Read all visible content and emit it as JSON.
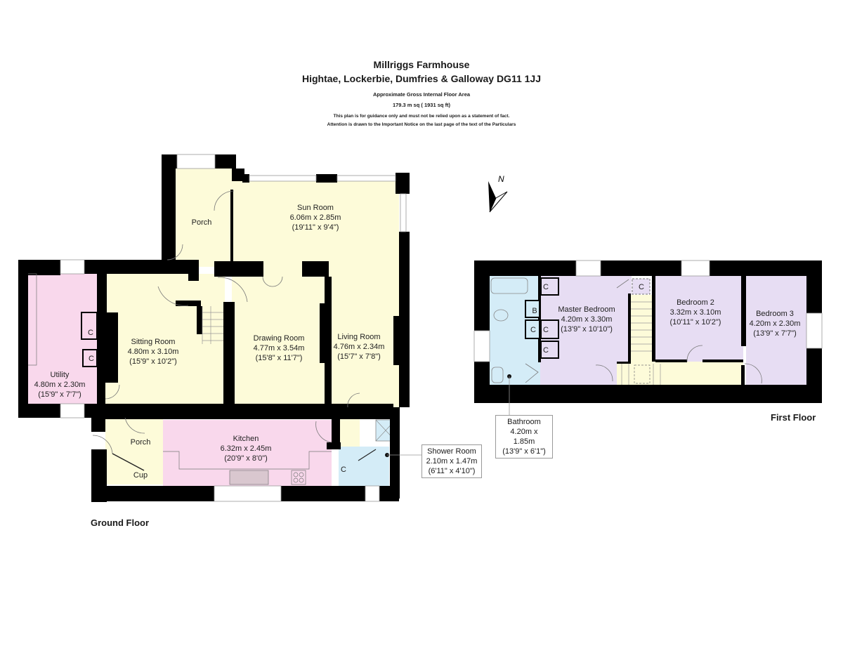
{
  "header": {
    "property_name": "Millriggs Farmhouse",
    "address": "Hightae, Lockerbie, Dumfries & Galloway DG11 1JJ",
    "area_label": "Approximate Gross Internal Floor Area",
    "area_value": "179.3 m sq ( 1931 sq ft)",
    "disclaimer_1": "This plan is for guidance only and must not be relied upon as a statement of fact.",
    "disclaimer_2": "Attention is drawn to the Important Notice on the last page of the text of the Particulars"
  },
  "compass": {
    "label": "N",
    "icon": "north-arrow-icon"
  },
  "colors": {
    "wall": "#000000",
    "hall_yellow": "#fdfbd9",
    "pink": "#f9d8ec",
    "lilac": "#e7ddf3",
    "blue": "#d4ecf7"
  },
  "ground_floor": {
    "label": "Ground Floor",
    "rooms": {
      "sun_room": {
        "name": "Sun Room",
        "metric": "6.06m x 2.85m",
        "imperial": "(19'11\" x 9'4\")"
      },
      "porch_north": {
        "name": "Porch"
      },
      "sitting_room": {
        "name": "Sitting Room",
        "metric": "4.80m x 3.10m",
        "imperial": "(15'9\" x 10'2\")"
      },
      "drawing_room": {
        "name": "Drawing Room",
        "metric": "4.77m x 3.54m",
        "imperial": "(15'8\" x 11'7\")"
      },
      "living_room": {
        "name": "Living Room",
        "metric": "4.76m x 2.34m",
        "imperial": "(15'7\" x 7'8\")"
      },
      "utility": {
        "name": "Utility",
        "metric": "4.80m x 2.30m",
        "imperial": "(15'9\" x 7'7\")"
      },
      "kitchen": {
        "name": "Kitchen",
        "metric": "6.32m x 2.45m",
        "imperial": "(20'9\" x 8'0\")"
      },
      "porch_south": {
        "name": "Porch"
      },
      "cup": {
        "name": "Cup"
      },
      "shower_room": {
        "name": "Shower Room",
        "metric": "2.10m x 1.47m",
        "imperial": "(6'11\" x 4'10\")"
      }
    },
    "cupboard_label": "C"
  },
  "first_floor": {
    "label": "First Floor",
    "rooms": {
      "master_bedroom": {
        "name": "Master Bedroom",
        "metric": "4.20m x 3.30m",
        "imperial": "(13'9\" x 10'10\")"
      },
      "bedroom_2": {
        "name": "Bedroom 2",
        "metric": "3.32m x 3.10m",
        "imperial": "(10'11\" x 10'2\")"
      },
      "bedroom_3": {
        "name": "Bedroom 3",
        "metric": "4.20m x 2.30m",
        "imperial": "(13'9\" x 7'7\")"
      },
      "bathroom": {
        "name": "Bathroom",
        "metric": "4.20m x 1.85m",
        "imperial": "(13'9\" x 6'1\")"
      }
    },
    "cupboard_label": "C",
    "boiler_label": "B"
  }
}
